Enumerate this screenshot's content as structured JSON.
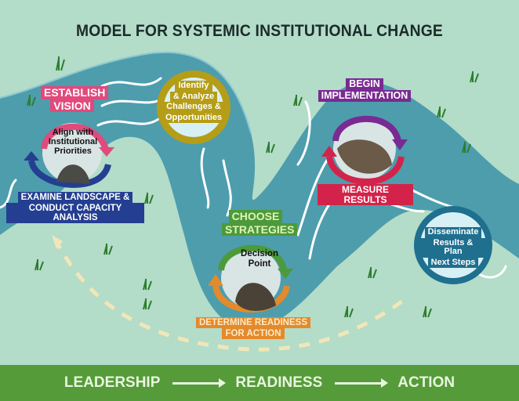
{
  "title": "MODEL FOR SYSTEMIC INSTITUTIONAL CHANGE",
  "stages": {
    "establish_vision": {
      "label_line1": "ESTABLISH",
      "label_line2": "VISION",
      "color": "#e04a7c"
    },
    "align": {
      "line1": "Align with",
      "line2": "Institutional",
      "line3": "Priorities"
    },
    "examine": {
      "line1": "EXAMINE LANDSCAPE &",
      "line2": "CONDUCT CAPACITY ANALYSIS",
      "color": "#243f91"
    },
    "identify": {
      "line1": "Identify",
      "line2": "& Analyze",
      "line3": "Challenges &",
      "line4": "Opportunities",
      "color": "#b59d17"
    },
    "begin_implementation": {
      "line1": "BEGIN",
      "line2": "IMPLEMENTATION",
      "color": "#7a2a93"
    },
    "measure_results": {
      "label": "MEASURE RESULTS",
      "color": "#d3234a"
    },
    "choose_strategies": {
      "line1": "CHOOSE",
      "line2": "STRATEGIES",
      "color": "#4c9a3a"
    },
    "decision_point": {
      "line1": "Decision",
      "line2": "Point"
    },
    "determine_readiness": {
      "line1": "DETERMINE READINESS",
      "line2": "FOR ACTION",
      "color": "#e48a2a"
    },
    "disseminate": {
      "line1": "Disseminate",
      "line2": "Results & Plan",
      "line3": "Next Steps",
      "color": "#1f6f8f"
    }
  },
  "footer": {
    "step1": "LEADERSHIP",
    "step2": "READINESS",
    "step3": "ACTION",
    "color": "#559b39"
  },
  "colors": {
    "land": "#b3dcc9",
    "river": "#4d9dad",
    "water_lines": "#ffffff"
  }
}
